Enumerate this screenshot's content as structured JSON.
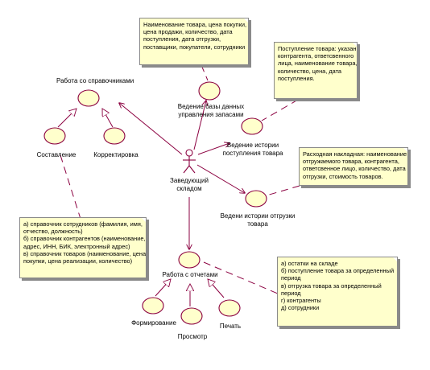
{
  "usecases": {
    "ref": "Работа со справочниками",
    "ref_create": "Составление",
    "ref_edit": "Корректировка",
    "db": "Ведение базы данных\nуправления запасами",
    "receipt": "Ведение истории\nпоступления товара",
    "shipment": "Ведени истории отгрузки\nтовара",
    "reports": "Работа с отчетами",
    "rep_form": "Формирование",
    "rep_view": "Просмотр",
    "rep_print": "Печать"
  },
  "actor": "Заведующий\nскладом",
  "notes": {
    "db": [
      "Наименование товара, цена покупки,",
      "цена продажи, количество, дата",
      "поступления, дата отгрузки,",
      "поставщики, покупатели, сотрудники"
    ],
    "receipt": [
      "Поступление товара: указание",
      "контрагента, ответсвенного",
      "лица, наименование товара,",
      "количество, цена, дата",
      "поступления."
    ],
    "shipment": [
      "Расходная накладная: наименование",
      "отгружаемого товара, контрагента,",
      "ответсвенное лицо, количество, дата",
      "отгрузки, стоимость товаров."
    ],
    "ref": [
      "а) справочник сотрудников (фамилия, имя,",
      "отчество, должность)",
      "б) справочник контрагентов (наименование,",
      "адрес, ИНН, БИК, электронный адрес)",
      "в) справочник товаров (наименование, цена",
      "покупки, цена реализации, количество)"
    ],
    "reports": [
      "а) остатки на складе",
      "б) поступление товара за определенный",
      "период",
      "в) отгрузка товара за определенный",
      "период",
      "г) контрагенты",
      "д) сотрудники"
    ]
  }
}
